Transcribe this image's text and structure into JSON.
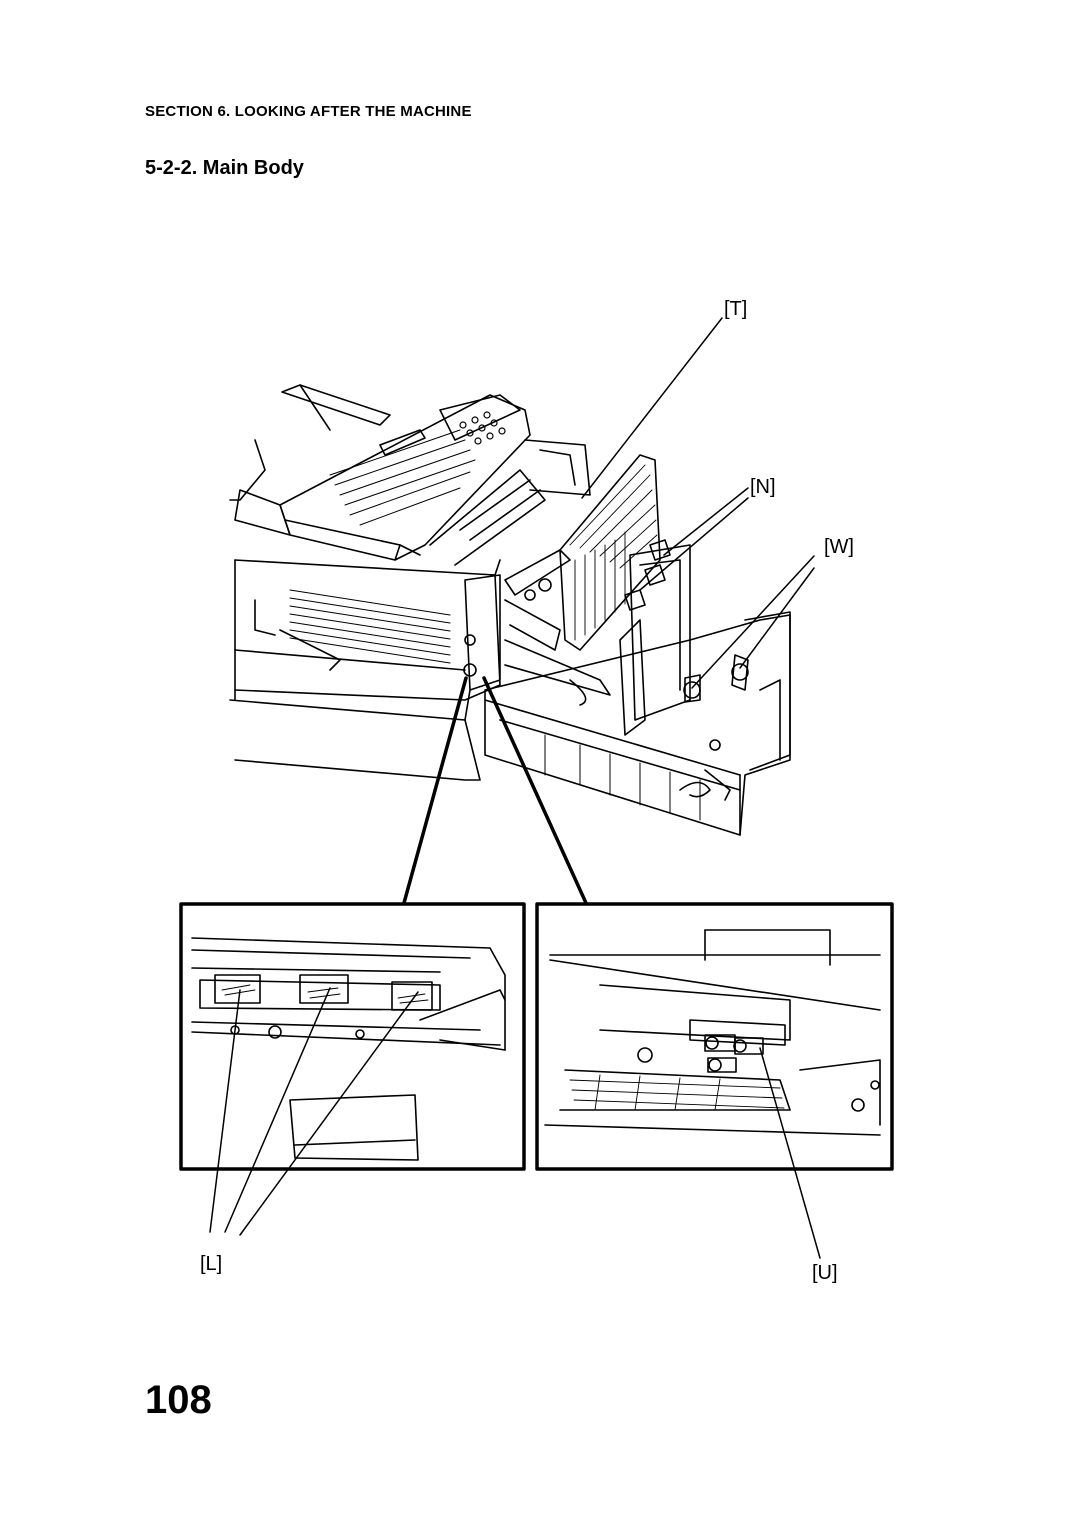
{
  "header": {
    "section": "SECTION 6. LOOKING AFTER THE MACHINE",
    "title": "5-2-2. Main Body"
  },
  "figure": {
    "callouts": {
      "t": "[T]",
      "n": "[N]",
      "w": "[W]",
      "l": "[L]",
      "u": "[U]"
    }
  },
  "footer": {
    "page_number": "108"
  }
}
